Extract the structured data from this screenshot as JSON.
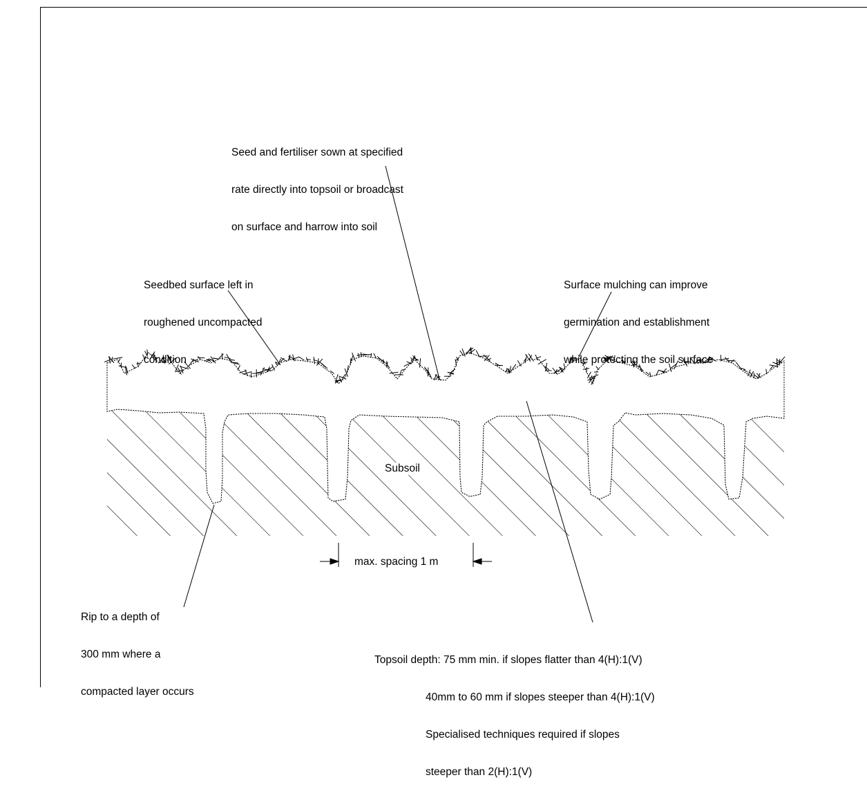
{
  "labels": {
    "seed_note": [
      "Seed and fertiliser sown at specified",
      "rate directly into topsoil or broadcast",
      "on surface and harrow into soil"
    ],
    "seedbed_note": [
      "Seedbed surface left in",
      "roughened uncompacted",
      "condition"
    ],
    "mulch_note": [
      "Surface mulching can improve",
      "germination and establishment",
      "while protecting the soil surface"
    ],
    "subsoil": "Subsoil",
    "spacing": "max. spacing 1 m",
    "rip_note": [
      "Rip to a depth of",
      "300 mm where a",
      "compacted layer occurs"
    ],
    "topsoil_note": [
      "Topsoil depth: 75 mm min. if slopes flatter than 4(H):1(V)",
      "40mm to 60 mm if slopes steeper than 4(H):1(V)",
      "Specialised techniques required if slopes",
      "steeper than 2(H):1(V)"
    ]
  },
  "colors": {
    "ink": "#000000",
    "background": "#ffffff"
  }
}
